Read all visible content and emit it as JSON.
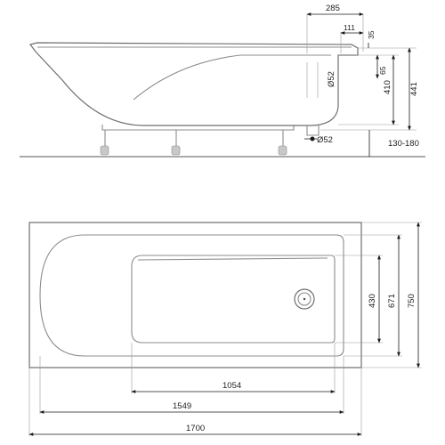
{
  "side_view": {
    "dimensions": {
      "top_width": "285",
      "rim_offset": "111",
      "rim_thickness": "35",
      "overflow_height": "65",
      "inner_depth": "410",
      "total_height": "441",
      "overflow_diameter": "Ø52",
      "drain_diameter": "Ø52",
      "leg_range": "130-180"
    }
  },
  "top_view": {
    "dimensions": {
      "inner_length": "1054",
      "rim_length": "1549",
      "outer_length": "1700",
      "inner_width": "430",
      "rim_width": "671",
      "outer_width": "750"
    }
  }
}
